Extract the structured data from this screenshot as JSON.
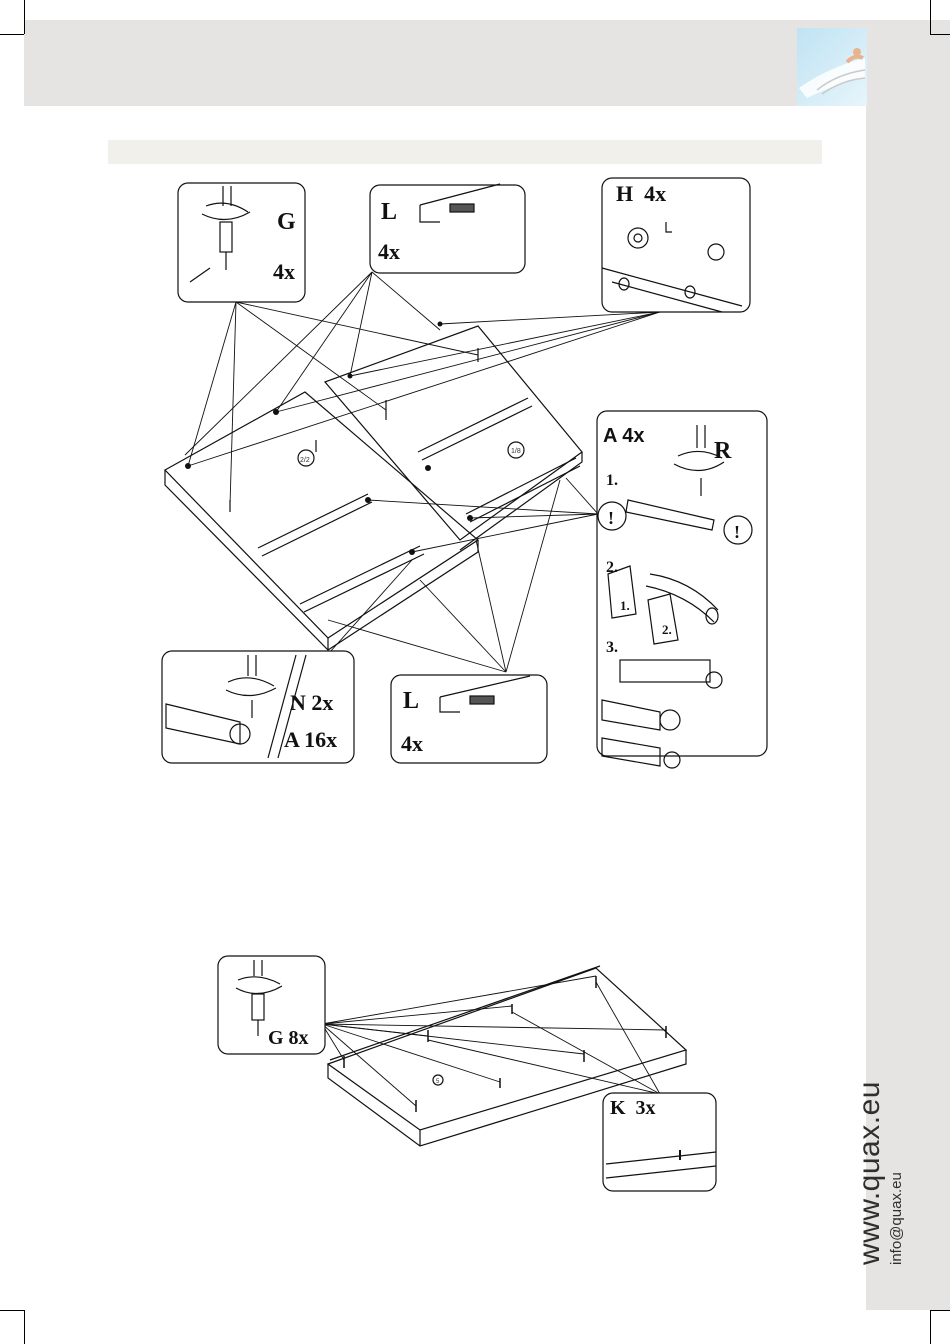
{
  "brand": {
    "website": "www.quax.eu",
    "email": "info@quax.eu"
  },
  "step1": {
    "callout_G": {
      "letter": "G",
      "count": "4x"
    },
    "callout_L_top": {
      "letter": "L",
      "count": "4x"
    },
    "callout_H": {
      "label": "H  4x"
    },
    "callout_A": {
      "label": "A 4x",
      "tool": "R",
      "steps": [
        "1.",
        "2.",
        "3."
      ],
      "arrow1": "1.",
      "arrow2": "2."
    },
    "callout_N": {
      "line1": "N 2x",
      "line2": "A 16x"
    },
    "callout_L_bottom": {
      "letter": "L",
      "count": "4x"
    },
    "part_labels": [
      "2/2",
      "1/8"
    ]
  },
  "step2": {
    "callout_G": {
      "label": "G 8x"
    },
    "callout_K": {
      "label": "K  3x"
    },
    "part_label": "5"
  },
  "colors": {
    "band": "#e6e4e2",
    "section_bar": "#f2f0ea",
    "line": "#111111"
  }
}
